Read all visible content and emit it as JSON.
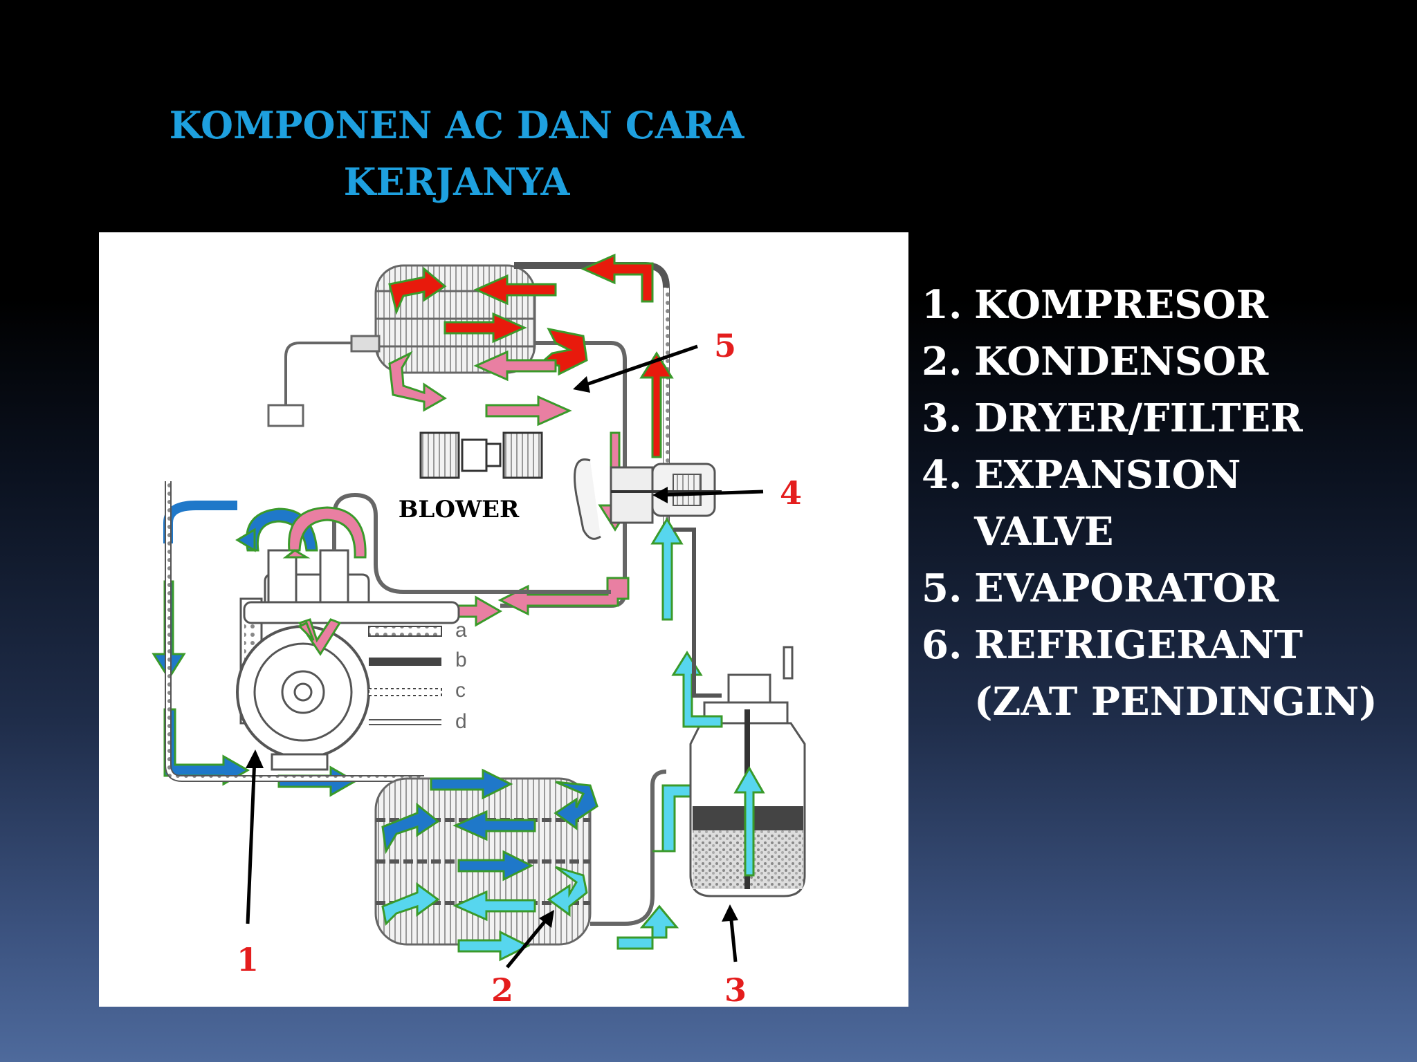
{
  "title": {
    "line1": "KOMPONEN AC DAN CARA",
    "line2": "KERJANYA"
  },
  "diagram": {
    "blower_label": "BLOWER",
    "callouts": [
      "1",
      "2",
      "3",
      "4",
      "5"
    ],
    "line_types": [
      "a",
      "b",
      "c",
      "d"
    ],
    "colors": {
      "hot_gas": "#e81a0c",
      "warm": "#e97fa2",
      "high_pressure": "#1f78c9",
      "liquid": "#57d6ee",
      "callout_red": "#e41d1d",
      "title_blue": "#1ea0df"
    }
  },
  "legend": {
    "items": [
      {
        "num": "1.",
        "label": "KOMPRESOR"
      },
      {
        "num": "2.",
        "label": "KONDENSOR"
      },
      {
        "num": "3.",
        "label": "DRYER/FILTER"
      },
      {
        "num": "4.",
        "label": "EXPANSION"
      },
      {
        "num": "",
        "label": "VALVE"
      },
      {
        "num": "5.",
        "label": "EVAPORATOR"
      },
      {
        "num": "6.",
        "label": "REFRIGERANT"
      },
      {
        "num": "",
        "label": "(ZAT PENDINGIN)"
      }
    ]
  }
}
